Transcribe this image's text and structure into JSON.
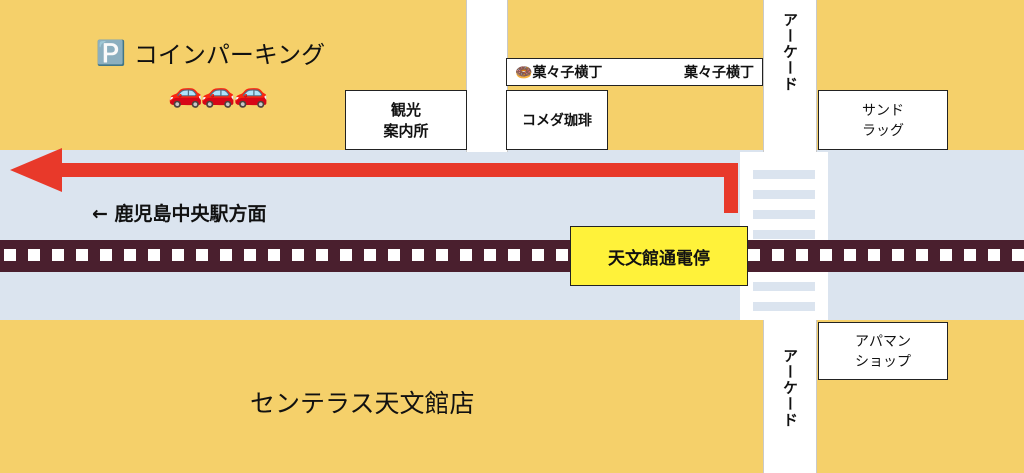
{
  "parking": {
    "icon": "🅿️",
    "label": "コインパーキング",
    "cars": "🚗🚗🚗"
  },
  "kashi_yokocho": {
    "icon": "🍩",
    "left": "菓々子横丁",
    "right": "菓々子横丁"
  },
  "shops": {
    "tourist_info_line1": "観光",
    "tourist_info_line2": "案内所",
    "komeda": "コメダ珈琲",
    "sandrug_line1": "サンド",
    "sandrug_line2": "ラッグ",
    "apamanshop_line1": "アパマン",
    "apamanshop_line2": "ショップ"
  },
  "arcade_top": "アーケード",
  "arcade_bottom": "アーケード",
  "direction_label": "← 鹿児島中央駅方面",
  "station_label": "天文館通電停",
  "store_label": "センテラス天文館店",
  "colors": {
    "block": "#f5d06a",
    "road": "#dbe4ef",
    "track": "#4a1f2e",
    "arrow": "#e8392a",
    "station": "#fff23a"
  }
}
